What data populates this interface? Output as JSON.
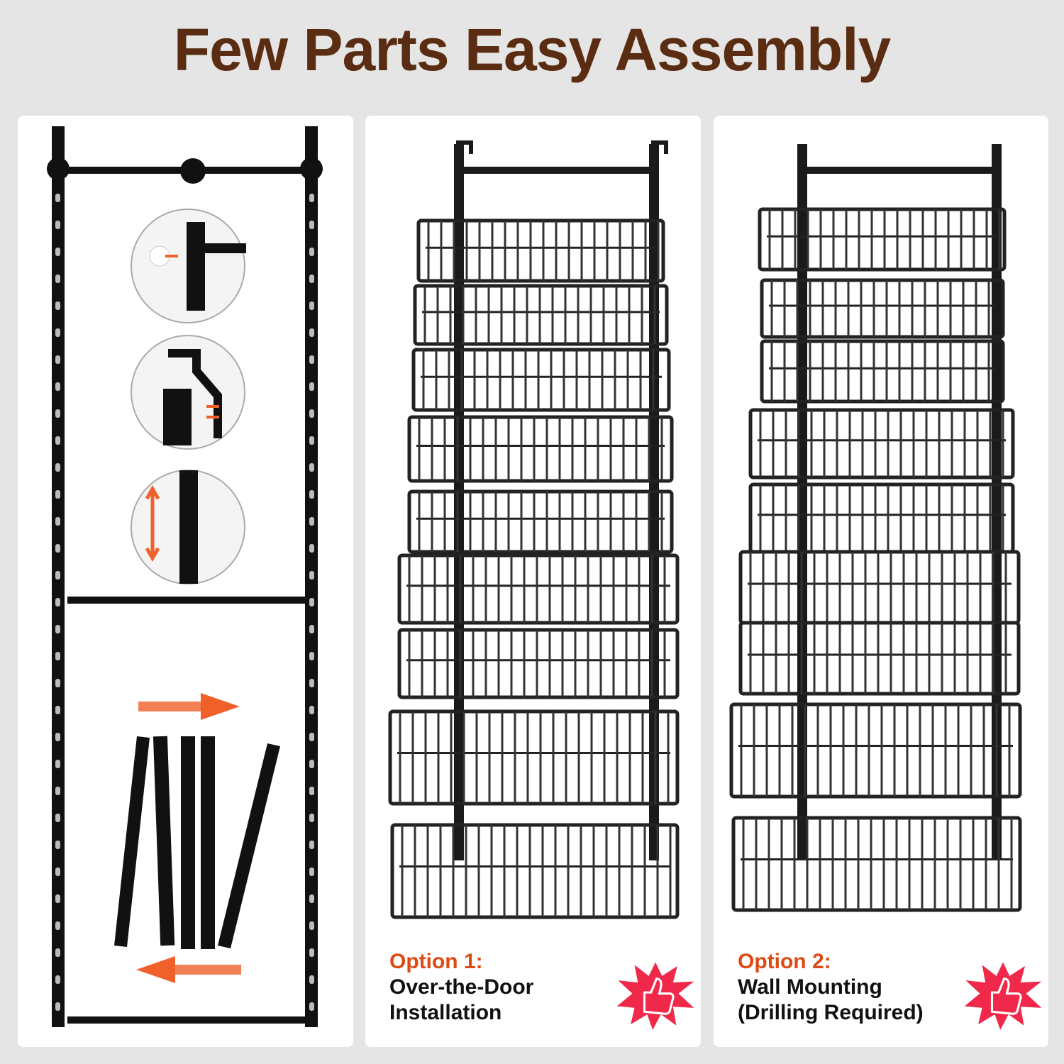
{
  "title": "Few Parts Easy Assembly",
  "options": [
    {
      "label": "Option 1:",
      "line1": "Over-the-Door",
      "line2": "Installation"
    },
    {
      "label": "Option 2:",
      "line1": "Wall Mounting",
      "line2": "(Drilling Required)"
    }
  ],
  "colors": {
    "title": "#5a2d12",
    "option": "#dd4a14",
    "badge": "#f0284a",
    "arrow": "#f0602a"
  }
}
